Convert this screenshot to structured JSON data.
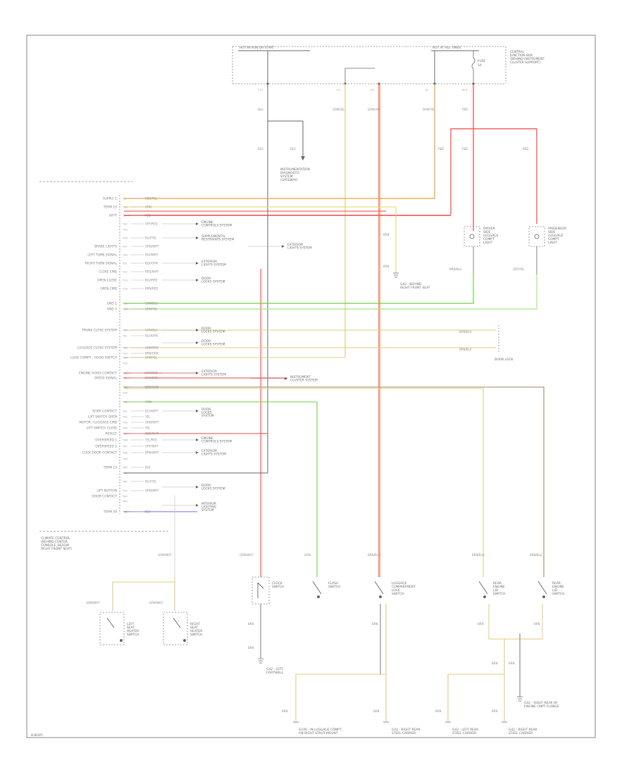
{
  "colors": {
    "border": "#8a8a8a",
    "red": "#f24a4a",
    "orange": "#f2a23a",
    "green": "#6fd44a",
    "light_green": "#a6e882",
    "tan": "#e3cc82",
    "yellow": "#dede66",
    "blue": "#6f6ff2",
    "brown": "#a58a6a",
    "grey": "#8f8f8f",
    "dark": "#6a6a6a"
  },
  "header": {
    "hot_in_run": "HOT IN RUN OR START",
    "hot_at_all_times": "HOT AT ALL TIMES",
    "fuse_label": "FUSE",
    "fuse_amp": "5A",
    "fuse_box_label": [
      "CENTRAL",
      "JUNCTION BOX",
      "(BEHIND INSTRUMENT",
      "CLUSTER SUPPORT)"
    ],
    "pins": [
      "C13",
      "G7",
      "G3",
      "J3",
      "B13"
    ],
    "wire_codes": [
      "BLU",
      "GRN/YEL",
      "GRN/VIO",
      "GRN/YEL",
      "RED"
    ]
  },
  "instrument": {
    "blk_1": "BLU",
    "blk_2": "BLU",
    "label": [
      "INSTRUMENTATION",
      "DIAGNOSTIC",
      "SYSTEM",
      "(GATEWAY)"
    ]
  },
  "module_rows": [
    {
      "label": "SUPPLY 1",
      "pin": "T1",
      "wire": "RED/YEL"
    },
    {
      "label": "TERM 15",
      "pin": "T18",
      "wire": "GRN"
    },
    {
      "label": "BATT",
      "pin": "T3",
      "wire": "RED"
    },
    {
      "label": "",
      "pin": "T32",
      "wire": "GRY/RED"
    },
    {
      "label": "",
      "pin": "T19",
      "wire": ""
    },
    {
      "label": "",
      "pin": "T16",
      "wire": "BLU/YEL"
    },
    {
      "label": "BRAKE LIGHTS",
      "pin": "T17",
      "wire": "GRN/WHT"
    },
    {
      "label": "LEFT TURN SIGNAL",
      "pin": "T30",
      "wire": "BLK/WHT"
    },
    {
      "label": "RIGHT TURN SIGNAL",
      "pin": "T31",
      "wire": "BLK/GRN"
    },
    {
      "label": "CLOSE CMD",
      "pin": "T12",
      "wire": "RED/WHT"
    },
    {
      "label": "OPEN CLOSE",
      "pin": "T13",
      "wire": "BLU/RED"
    },
    {
      "label": "OPEN CMD",
      "pin": "T14",
      "wire": "BRN/RED"
    },
    {
      "label": "GND 1",
      "pin": "T11",
      "wire": "GRN/BLU"
    },
    {
      "label": "GND 2",
      "pin": "T26",
      "wire": "GRN/YEL"
    },
    {
      "label": "TRUNK CLOSE SYSTEM",
      "pin": "T20",
      "wire": "GRN/BLU"
    },
    {
      "label": "",
      "pin": "T21",
      "wire": "BLU/GRN"
    },
    {
      "label": "LUGGAGE CLOSE SYSTEM",
      "pin": "T22",
      "wire": "GRN/BRN"
    },
    {
      "label": "",
      "pin": "T23",
      "wire": "BRN/GRN"
    },
    {
      "label": "LUGG COMPT - HOOD SWITCH",
      "pin": "T24",
      "wire": "GRN/YEL"
    },
    {
      "label": "",
      "pin": "T25",
      "wire": ""
    },
    {
      "label": "ENGINE HOOD CONTACT",
      "pin": "T26",
      "wire": "GRY/RED"
    },
    {
      "label": "SPEED SIGNAL",
      "pin": "T27",
      "wire": "GRY/BRN"
    },
    {
      "label": "",
      "pin": "T28",
      "wire": "BRN/GRN"
    },
    {
      "label": "",
      "pin": "T29",
      "wire": ""
    },
    {
      "label": "",
      "pin": "T30",
      "wire": "GRN"
    },
    {
      "label": "ROOF CONTACT",
      "pin": "T31",
      "wire": "BLU/WHT"
    },
    {
      "label": "LIFT SWITCH OPEN",
      "pin": "T32",
      "wire": "YEL"
    },
    {
      "label": "MOTOR / LUGGAGE CMD",
      "pin": "T33",
      "wire": "GRN/WHT"
    },
    {
      "label": "LIFT SWITCH CLOSE",
      "pin": "T34",
      "wire": "YEL"
    },
    {
      "label": "RESULT",
      "pin": "T35",
      "wire": "RED/WHT"
    },
    {
      "label": "OVERSPEED 1",
      "pin": "T36",
      "wire": "YEL/RED"
    },
    {
      "label": "OVERSPEED 2",
      "pin": "T37",
      "wire": "GRY/WHT"
    },
    {
      "label": "CLICK DOOR CONTACT",
      "pin": "T38",
      "wire": "BRN/WHT"
    },
    {
      "label": "",
      "pin": "T39",
      "wire": ""
    },
    {
      "label": "TERM 15",
      "pin": "T40",
      "wire": "BLK"
    },
    {
      "label": "",
      "pin": "T41",
      "wire": ""
    },
    {
      "label": "",
      "pin": "T42",
      "wire": "BLU/YEL"
    },
    {
      "label": "LIFT BUTTON",
      "pin": "T43",
      "wire": "GRN/WHT"
    },
    {
      "label": "DOOR CONTACT",
      "pin": "T44",
      "wire": ""
    },
    {
      "label": "",
      "pin": "T45",
      "wire": ""
    },
    {
      "label": "TERM 58",
      "pin": "T46",
      "wire": "BLU"
    }
  ],
  "module_outputs": [
    [
      "ENGINE",
      "CONTROLS SYSTEM"
    ],
    [
      "SUPPLEMENTAL",
      "RESTRAINTS SYSTEM"
    ],
    [
      "EXTERIOR",
      "LIGHTS SYSTEM"
    ],
    [
      "EXTERIOR",
      "LIGHTS SYSTEM"
    ],
    [
      "DOOR",
      "LOCKS SYSTEM"
    ],
    [
      "DOOR",
      "LOCKS SYSTEM"
    ],
    [
      "DOOR",
      "LOCKS SYSTEM"
    ],
    [
      "EXTERIOR",
      "LIGHTS SYSTEM"
    ],
    [
      "INSTRUMENT",
      "CLUSTER SYSTEM"
    ],
    [
      "DOOR",
      "LOCKS",
      "SYSTEM"
    ],
    [
      "ENGINE",
      "CONTROLS SYSTEM"
    ],
    [
      "EXTERIOR",
      "LIGHTS SYSTEM"
    ],
    [
      "DOOR",
      "LOCKS SYSTEM"
    ],
    [
      "INTERIOR",
      "LIGHTING",
      "SYSTEM"
    ]
  ],
  "relays": {
    "driver": [
      "DRIVER",
      "SIDE",
      "LUGGAGE",
      "COMPT",
      "LIGHT"
    ],
    "passenger": [
      "PASSENGER",
      "SIDE",
      "LUGGAGE",
      "COMPT",
      "LIGHT"
    ],
    "driver_wire": "BRN/BLU",
    "passenger_wire": "GRY/YEL",
    "red_1": "RED",
    "red_2": "RED",
    "red_3": "RED"
  },
  "seat_ground": {
    "wire_1": "BRN",
    "wire_2": "BRN",
    "label": [
      "G42 - BEHIND",
      "RIGHT FRONT SEAT"
    ]
  },
  "door_lock_links": {
    "wire_1": "BRN/BLU",
    "wire_2": "BRN/BLU",
    "label": "DOOR LOCK"
  },
  "footer_section": {
    "section_label": [
      "CLIMATE CONTROL",
      "(BEHIND CENTER",
      "CONSOLE, BELOW",
      "RIGHT FRONT SEAT)"
    ],
    "wire_top": "GRN/WHT",
    "wire_left": "GRN/WHT",
    "wire_right": "GRN/WHT",
    "left_switch": [
      "LEFT",
      "SEAT",
      "HEATER",
      "SWITCH"
    ],
    "right_switch": [
      "RIGHT",
      "SEAT",
      "HEATER",
      "SWITCH"
    ]
  },
  "bottom": {
    "wires_top": [
      "GRN/WHT",
      "GRN",
      "BRN/RED",
      "BRN/BLU",
      "BRN/BLU"
    ],
    "clock_switch": [
      "CLOCK",
      "SWITCH"
    ],
    "flash_switch": [
      "FLASH",
      "SWITCH"
    ],
    "luggage_switch": [
      "LUGGAGE",
      "COMPARTMENT",
      "LOCK",
      "SWITCH"
    ],
    "rear_lid_1": [
      "REAR",
      "ENGINE",
      "LID",
      "SWITCH"
    ],
    "rear_lid_2": [
      "REAR",
      "ENGINE",
      "LID",
      "SWITCH"
    ],
    "brn": "BRN",
    "g1_label": [
      "G42 - LEFT",
      "FOOTWELL"
    ],
    "g2_label": [
      "G42 - RIGHT REAR OF",
      "ENGINE CMPT FLANGE"
    ],
    "g_bottom": [
      [
        "G106 - IN LUGGAGE COMPT,",
        "ON RIGHT STRUT MOUNT"
      ],
      [
        "G42 - RIGHT REAR",
        "STEEL CARRIER"
      ],
      [
        "G42 - LEFT REAR",
        "STEEL CARRIER"
      ],
      [
        "G42 - RIGHT REAR",
        "STEEL CARRIER"
      ]
    ],
    "page_code": "B3B3P1"
  }
}
